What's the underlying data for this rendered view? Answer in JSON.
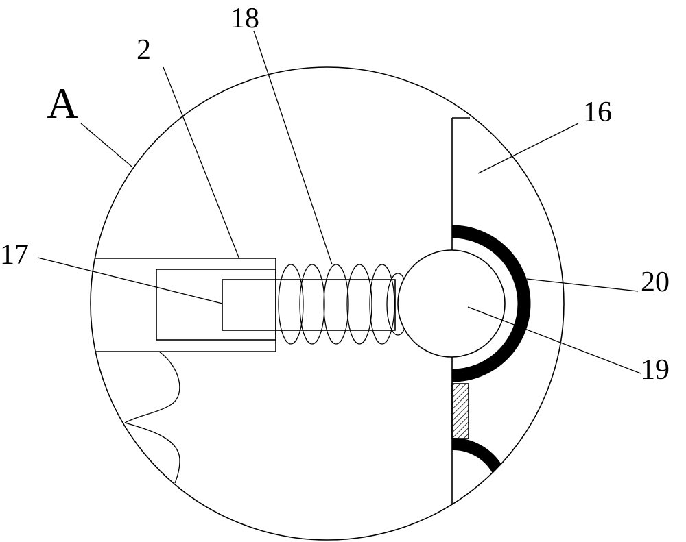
{
  "view_label": "A",
  "labels": {
    "part_2": "2",
    "part_16": "16",
    "part_17": "17",
    "part_18": "18",
    "part_19": "19",
    "part_20": "20"
  },
  "colors": {
    "stroke": "#000000",
    "background": "#ffffff"
  }
}
